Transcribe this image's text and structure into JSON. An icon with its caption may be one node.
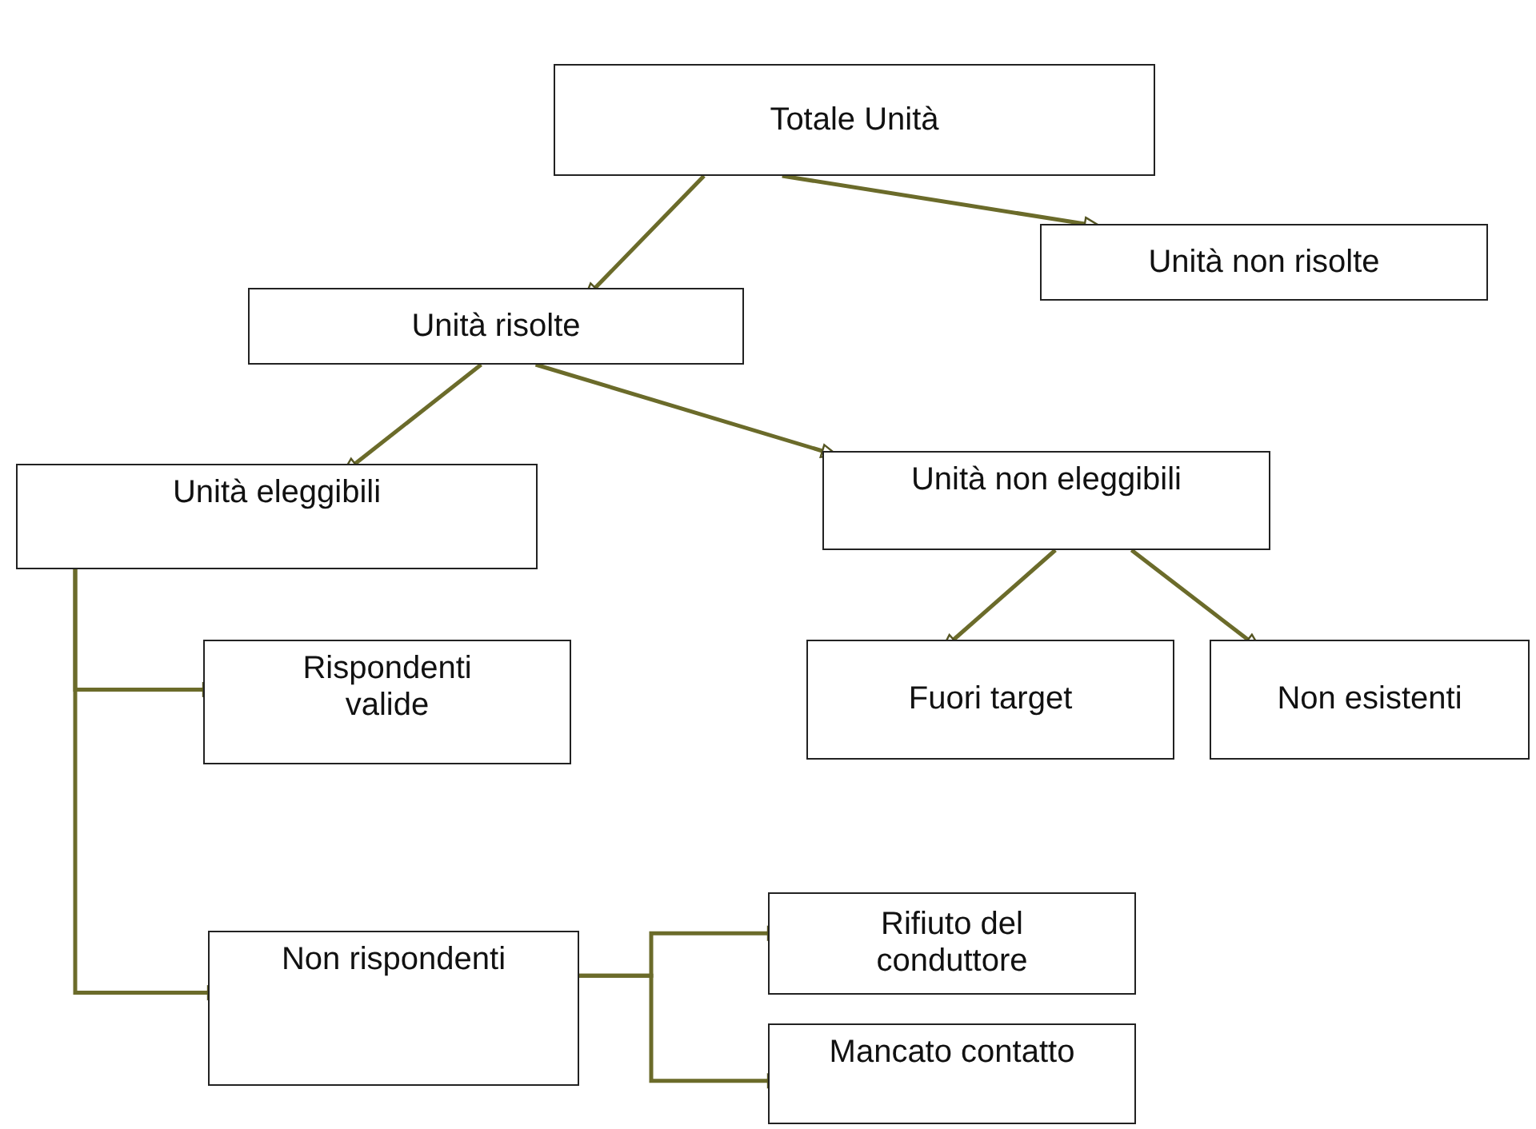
{
  "diagram": {
    "nodes": [
      {
        "text": [
          "Totale Unità"
        ]
      },
      {
        "text": [
          "Unità non risolte"
        ]
      },
      {
        "text": [
          "Unità risolte"
        ]
      },
      {
        "text": [
          "Unità eleggibili"
        ]
      },
      {
        "text": [
          "Unità non eleggibili"
        ]
      },
      {
        "text": [
          "Rispondenti valide"
        ]
      },
      {
        "text": [
          "Non rispondenti"
        ]
      },
      {
        "text": [
          "Fuori target"
        ]
      },
      {
        "text": [
          "Non esistenti"
        ]
      },
      {
        "text": [
          "Rifiuto del conduttore"
        ]
      },
      {
        "text": [
          "Mancato contatto"
        ]
      }
    ],
    "edges": [
      {
        "from": 0,
        "to": 2,
        "arrow": "to"
      },
      {
        "from": 0,
        "to": 1,
        "arrow": "to"
      },
      {
        "from": 2,
        "to": 3,
        "arrow": "to"
      },
      {
        "from": 2,
        "to": 4,
        "arrow": "to"
      },
      {
        "from": 4,
        "to": 7,
        "arrow": "to"
      },
      {
        "from": 4,
        "to": 8,
        "arrow": "to"
      },
      {
        "from": 3,
        "to": 5,
        "arrow": "to"
      },
      {
        "from": 3,
        "to": 6,
        "arrow": "to"
      },
      {
        "from": 6,
        "to": 9,
        "arrow": "to"
      },
      {
        "from": 6,
        "to": 10,
        "arrow": "to"
      }
    ]
  }
}
